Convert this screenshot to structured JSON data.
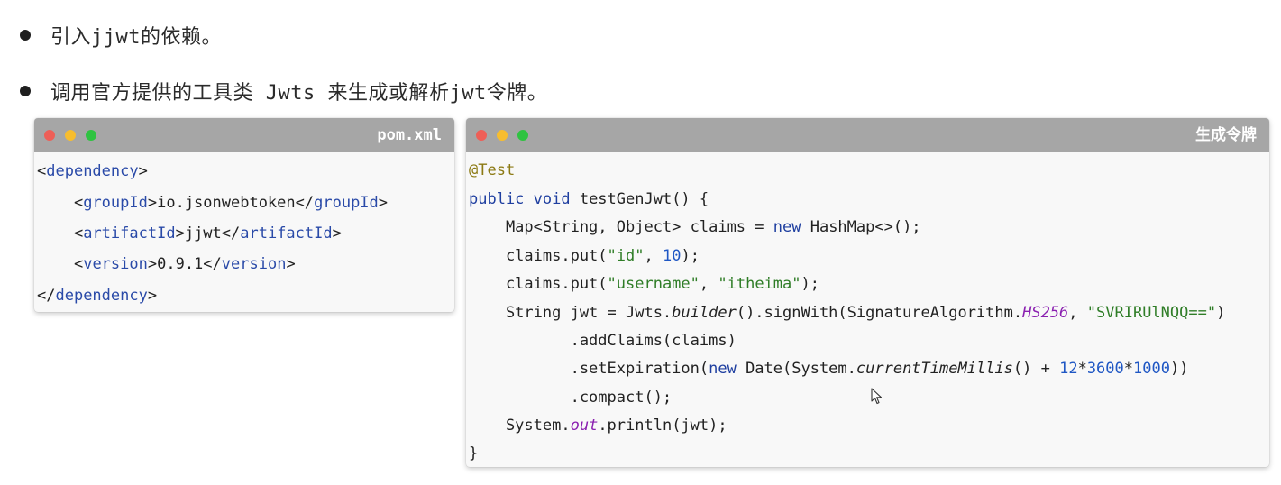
{
  "bullets": [
    "引入jjwt的依赖。",
    "调用官方提供的工具类 Jwts 来生成或解析jwt令牌。"
  ],
  "pom_window": {
    "title": "pom.xml",
    "lines": {
      "l1": {
        "open": "<",
        "tag": "dependency",
        "close": ">"
      },
      "l2": {
        "indent": "    ",
        "open": "<",
        "tag1": "groupId",
        "mid1": ">",
        "value": "io.jsonwebtoken",
        "mid2": "</",
        "tag2": "groupId",
        "close": ">"
      },
      "l3": {
        "indent": "    ",
        "open": "<",
        "tag1": "artifactId",
        "mid1": ">",
        "value": "jjwt",
        "mid2": "</",
        "tag2": "artifactId",
        "close": ">"
      },
      "l4": {
        "indent": "    ",
        "open": "<",
        "tag1": "version",
        "mid1": ">",
        "value": "0.9.1",
        "mid2": "</",
        "tag2": "version",
        "close": ">"
      },
      "l5": {
        "open": "</",
        "tag": "dependency",
        "close": ">"
      }
    }
  },
  "gen_window": {
    "title": "生成令牌",
    "code": {
      "annotation": "@Test",
      "sig_kw": "public void",
      "sig_rest": " testGenJwt() {",
      "map_pre": "    Map<String, Object> claims = ",
      "map_new": "new",
      "map_post": " HashMap<>();",
      "put1_pre": "    claims.put(",
      "put1_key": "\"id\"",
      "put1_sep": ", ",
      "put1_val": "10",
      "put1_post": ");",
      "put2_pre": "    claims.put(",
      "put2_key": "\"username\"",
      "put2_sep": ", ",
      "put2_val": "\"itheima\"",
      "put2_post": ");",
      "jwt_pre": "    String jwt = Jwts.",
      "jwt_builder": "builder",
      "jwt_mid": "().signWith(SignatureAlgorithm.",
      "jwt_alg": "HS256",
      "jwt_sep": ", ",
      "jwt_key": "\"SVRIRUlNQQ==\"",
      "jwt_post": ")",
      "add_claims": "           .addClaims(claims)",
      "exp_pre": "           .setExpiration(",
      "exp_new": "new",
      "exp_mid": " Date(System.",
      "exp_ctm": "currentTimeMillis",
      "exp_mid2": "() + ",
      "exp_n1": "12",
      "exp_op1": "*",
      "exp_n2": "3600",
      "exp_op2": "*",
      "exp_n3": "1000",
      "exp_post": "))",
      "compact": "           .compact();",
      "print_pre": "    System.",
      "print_out": "out",
      "print_post": ".println(jwt);",
      "close_brace": "}"
    }
  },
  "colors": {
    "titlebar": "#a6a6a6",
    "tag": "#2a4aa8",
    "keyword": "#1f3fa0",
    "string": "#2f7d27",
    "number": "#1f57c4",
    "annotation": "#8c7a14",
    "constant": "#8a1fb0"
  },
  "icons": [
    "close-light-icon",
    "minimize-light-icon",
    "maximize-light-icon",
    "mouse-pointer-icon"
  ]
}
